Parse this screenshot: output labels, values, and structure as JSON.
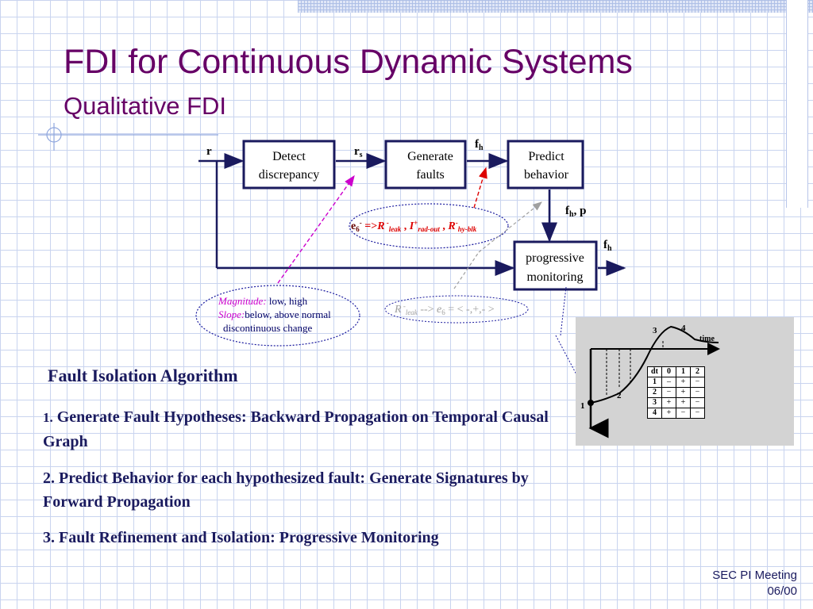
{
  "slide": {
    "title": "FDI for Continuous Dynamic Systems",
    "subtitle": "Qualitative FDI"
  },
  "diagram": {
    "nodes": {
      "detect": [
        "Detect",
        "discrepancy"
      ],
      "generate": [
        "Generate",
        "faults"
      ],
      "predict": [
        "Predict",
        "behavior"
      ],
      "progressive": [
        "progressive",
        "monitoring"
      ]
    },
    "signals": {
      "r": "r",
      "r_s_base": "r",
      "r_s_sub": "s",
      "f_h_base": "f",
      "f_h_sub": "h",
      "fh_p_base": "f",
      "fh_p_sub": "h",
      "fh_p_rest": ", p",
      "fh2_base": "f",
      "fh2_sub": "h"
    },
    "annotations": {
      "e6_line": {
        "e": "e",
        "e_sub": "6",
        "e_sup": "-",
        "arrow": " =>",
        "r1": "R",
        "r1_sup": " -",
        "r1_sub": "leak",
        "comma1": " , ",
        "i": "I",
        "i_sup": "+",
        "i_sub": "rad-out",
        "comma2": " , ",
        "r2": "R",
        "r2_sup": "-",
        "r2_sub": "hy-blk"
      },
      "magnitude_label": "Magnitude:",
      "magnitude_value": " low, high",
      "slope_label": "Slope:",
      "slope_value": "below, above normal",
      "discontinuous": "discontinuous change",
      "rleak_line": {
        "r": "R",
        "r_sup": " -",
        "r_sub": "leak",
        "arrow": " --> ",
        "e": "e",
        "e_sub": "6",
        "rest": " = < -,+,- >"
      }
    },
    "colors": {
      "node_border": "#1a1a5e",
      "magenta": "#cc00cc",
      "red": "#dd0000",
      "blue_dotted": "#1a1a9e",
      "gray": "#a0a0a0"
    }
  },
  "inset": {
    "time_label": "time",
    "points": [
      "1",
      "2",
      "3",
      "4"
    ],
    "table": {
      "header": [
        "dt",
        "0",
        "1",
        "2"
      ],
      "rows": [
        [
          "1",
          "–",
          "+",
          "−"
        ],
        [
          "2",
          "−",
          "+",
          "−"
        ],
        [
          "3",
          "+",
          "+",
          "−"
        ],
        [
          "4",
          "+",
          "−",
          "−"
        ]
      ]
    }
  },
  "algorithm": {
    "heading": "Fault Isolation Algorithm",
    "steps": [
      {
        "num": "1.",
        "text": "  Generate Fault Hypotheses: Backward Propagation on Temporal Causal   Graph"
      },
      {
        "num": "2.",
        "text": "  Predict Behavior for each hypothesized fault:  Generate Signatures by Forward Propagation"
      },
      {
        "num": "3.",
        "text": "  Fault Refinement and Isolation: Progressive Monitoring"
      }
    ]
  },
  "footer": {
    "line1": "SEC PI Meeting",
    "line2": "06/00"
  }
}
